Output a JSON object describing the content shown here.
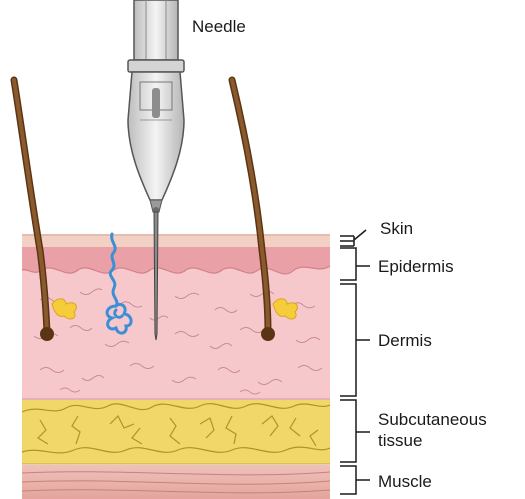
{
  "diagram": {
    "labels": {
      "needle": "Needle",
      "skin": "Skin",
      "epidermis": "Epidermis",
      "dermis": "Dermis",
      "subcutaneous_line1": "Subcutaneous",
      "subcutaneous_line2": "tissue",
      "muscle": "Muscle"
    },
    "colors": {
      "skin_surface": "#f3d0c4",
      "epidermis": "#e9a0a6",
      "dermis": "#f6c8cc",
      "subcutaneous_fat": "#f1d66a",
      "fat_lines": "#b0922a",
      "muscle": "#ecb8b0",
      "hair": "#7a4a22",
      "vessel": "#3b8fd6",
      "gland": "#f5cc3a",
      "needle_body": "#e9e9e9"
    }
  }
}
